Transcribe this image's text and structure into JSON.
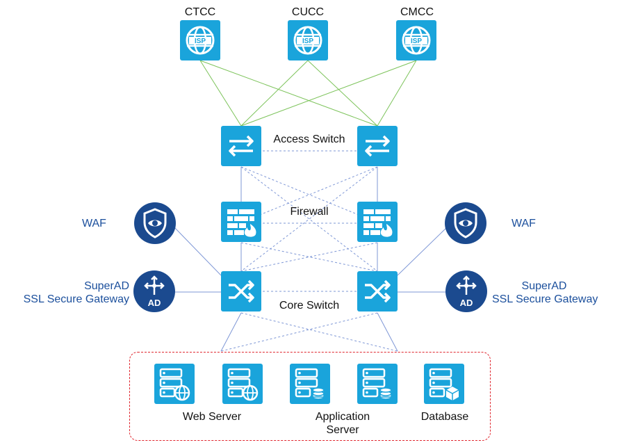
{
  "isps": [
    {
      "label": "CTCC",
      "badge": "ISP"
    },
    {
      "label": "CUCC",
      "badge": "ISP"
    },
    {
      "label": "CMCC",
      "badge": "ISP"
    }
  ],
  "layers": {
    "access": "Access Switch",
    "firewall": "Firewall",
    "core": "Core Switch"
  },
  "side": {
    "waf_left": "WAF",
    "waf_right": "WAF",
    "superad_left": [
      "SuperAD",
      "SSL Secure Gateway"
    ],
    "superad_right": [
      "SuperAD",
      "SSL Secure Gateway"
    ],
    "ad_badge": "AD"
  },
  "servers": {
    "web": "Web Server",
    "app": [
      "Application",
      "Server"
    ],
    "db": "Database"
  },
  "colors": {
    "icon_blue": "#1aa4db",
    "security_navy": "#1b4a8f",
    "label_blue": "#1b4f9c",
    "isp_link_green": "#7cc35a",
    "link_blue": "#7e97d6",
    "server_group_border": "#e0262e"
  },
  "icons": {
    "isp": "isp-globe-icon",
    "access_switch": "switch-arrows-icon",
    "firewall": "firewall-icon",
    "core_switch": "core-switch-icon",
    "waf": "shield-eye-icon",
    "superad": "ad-gateway-icon",
    "web_server": "web-server-icon",
    "app_server": "app-server-icon",
    "database": "database-icon"
  }
}
